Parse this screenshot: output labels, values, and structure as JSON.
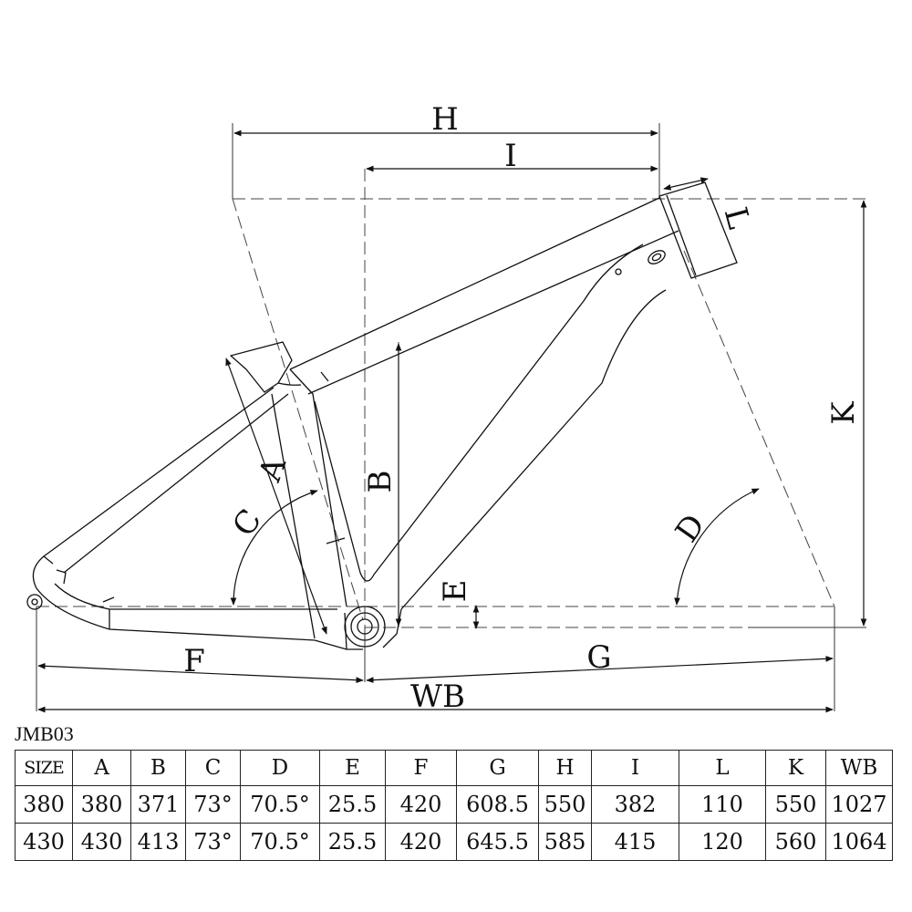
{
  "diagram": {
    "labels": {
      "H": "H",
      "I": "I",
      "L": "L",
      "K": "K",
      "A": "A",
      "B": "B",
      "C": "C",
      "D": "D",
      "E": "E",
      "F": "F",
      "G": "G",
      "WB": "WB"
    }
  },
  "model": "JMB03",
  "table": {
    "headers": [
      "SIZE",
      "A",
      "B",
      "C",
      "D",
      "E",
      "F",
      "G",
      "H",
      "I",
      "L",
      "K",
      "WB"
    ],
    "rows": [
      [
        "380",
        "380",
        "371",
        "73°",
        "70.5°",
        "25.5",
        "420",
        "608.5",
        "550",
        "382",
        "110",
        "550",
        "1027"
      ],
      [
        "430",
        "430",
        "413",
        "73°",
        "70.5°",
        "25.5",
        "420",
        "645.5",
        "585",
        "415",
        "120",
        "560",
        "1064"
      ]
    ]
  }
}
